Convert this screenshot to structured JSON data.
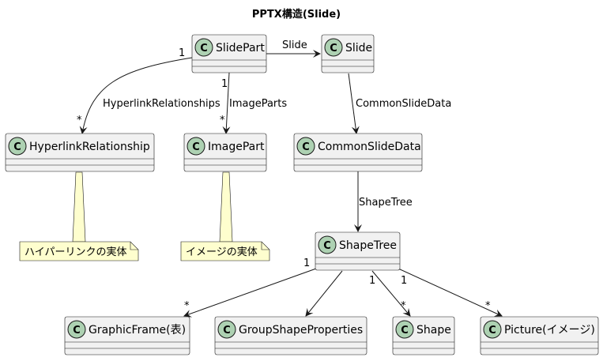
{
  "title": "PPTX構造(Slide)",
  "stereotype_glyph": "C",
  "classes": {
    "slide_part": "SlidePart",
    "slide": "Slide",
    "hyperlink_relationship": "HyperlinkRelationship",
    "image_part": "ImagePart",
    "common_slide_data": "CommonSlideData",
    "shape_tree": "ShapeTree",
    "graphic_frame": "GraphicFrame(表)",
    "group_shape_properties": "GroupShapeProperties",
    "shape": "Shape",
    "picture": "Picture(イメージ)"
  },
  "notes": {
    "hyperlink": "ハイパーリンクの実体",
    "image": "イメージの実体"
  },
  "edges": {
    "slide": "Slide",
    "hyperlink_relationships": "HyperlinkRelationships",
    "image_parts": "ImageParts",
    "common_slide_data": "CommonSlideData",
    "shape_tree": "ShapeTree"
  },
  "multiplicities": {
    "one": "1",
    "many": "*"
  },
  "colors": {
    "class_fill": "#f1f1f1",
    "class_circle": "#add1b2",
    "note_fill": "#fefece",
    "line": "#181818"
  }
}
